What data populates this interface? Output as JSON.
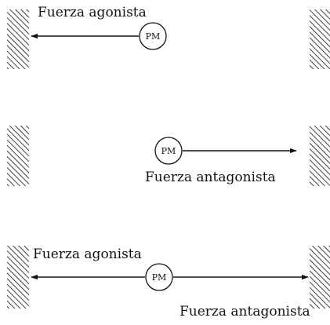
{
  "panels": [
    {
      "label": "Fuerza agonista",
      "node": "PM",
      "direction": "left"
    },
    {
      "label": "Fuerza antagonista",
      "node": "PM",
      "direction": "right"
    },
    {
      "labels": [
        "Fuerza agonista",
        "Fuerza antagonista"
      ],
      "node": "PM",
      "direction": "both"
    }
  ],
  "colors": {
    "ink": "#111111",
    "background": "#ffffff"
  }
}
